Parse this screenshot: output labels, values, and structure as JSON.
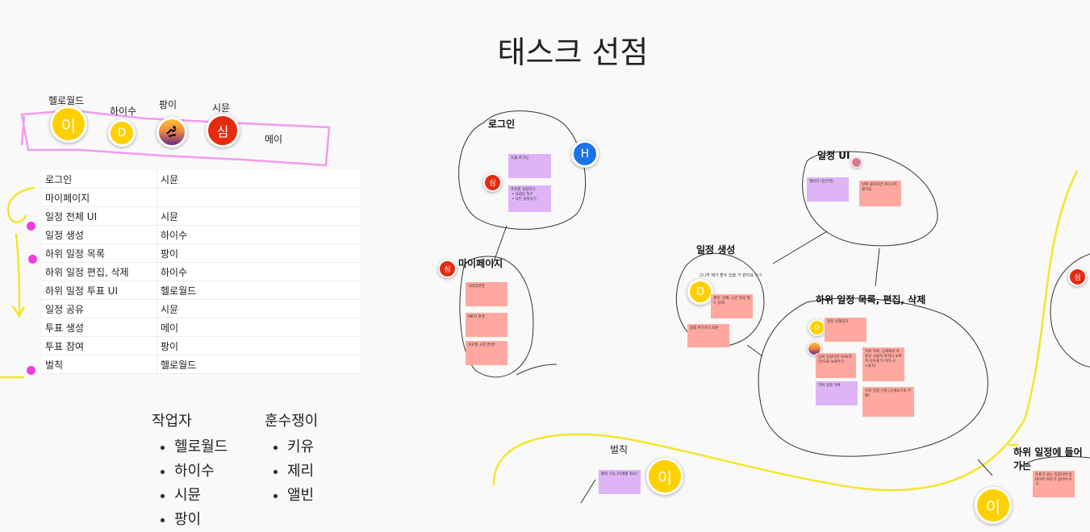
{
  "board": {
    "title": "태스크 선점"
  },
  "team": {
    "members": [
      {
        "name": "헬로월드",
        "initial": "이",
        "color": "#ffd000"
      },
      {
        "name": "하이수",
        "initial": "D",
        "color": "#ffd000"
      },
      {
        "name": "팡이",
        "initial": "",
        "icon": "skateboarder-avatar-icon"
      },
      {
        "name": "시뮨",
        "initial": "심",
        "color": "#e62a10"
      }
    ],
    "extra_member": "메이"
  },
  "assignments": [
    {
      "task": "로그인",
      "owner": "시뮨"
    },
    {
      "task": "마이페이지",
      "owner": ""
    },
    {
      "task": "일정 전체 UI",
      "owner": "시뮨"
    },
    {
      "task": "일정 생성",
      "owner": "하이수"
    },
    {
      "task": "하위 일정 목록",
      "owner": "팡이"
    },
    {
      "task": "하위 일정 편집, 삭제",
      "owner": "하이수"
    },
    {
      "task": "하위 일정 투표 UI",
      "owner": "헬로월드"
    },
    {
      "task": "일정 공유",
      "owner": "시뮨"
    },
    {
      "task": "투표 생성",
      "owner": "메이"
    },
    {
      "task": "투표 참여",
      "owner": "팡이"
    },
    {
      "task": "벌칙",
      "owner": "헬로월드"
    }
  ],
  "roles": {
    "workers": {
      "title": "작업자",
      "items": [
        "헬로월드",
        "하이수",
        "시뮨",
        "팡이"
      ]
    },
    "advisors": {
      "title": "훈수쟁이",
      "items": [
        "키유",
        "제리",
        "앨빈"
      ]
    }
  },
  "groups": {
    "login": {
      "title": "로그인",
      "avatar_h": "H",
      "avatar_sim": "심",
      "notes": [
        "소셜 로그인",
        "프로필 설정하기\n • 닉네임 적기\n • 사진 설정하기"
      ]
    },
    "mypage": {
      "title": "마이페이지",
      "avatar_sim": "심",
      "notes": [
        "닉네임변경",
        "MBTI 변경",
        "프로필 사진 변경?"
      ]
    },
    "schedule_ui": {
      "title": "일정 UI",
      "notes": [
        "캘린더 (일단위)",
        "날짜 클릭하면 하단시트 올라옴"
      ]
    },
    "create": {
      "title": "일정 생성",
      "caption": "그니까 제가 할수 있을 거 같아요 ㅋㅋ",
      "avatar_d": "D",
      "notes": [
        "제목, 날짜, 시간 등의 필드 입력",
        "일정 추가하기 버튼"
      ]
    },
    "sub": {
      "title": "하위 일정 목록, 편집, 삭제",
      "avatar_d": "D",
      "notes": [
        "일정 삭제하기",
        "상위 일정이면 하위(하단)으로 보여주기",
        "하위 목록, 상세에서 투표된 사용자 아이디 보여주기(투표가 이미 시 +숫자)",
        "하위 일정 목록",
        "하위 일정 선택 (상세보기로 전환)"
      ]
    },
    "penalty": {
      "title": "벌칙",
      "avatar_i": "이",
      "notes": [
        "벌칙 기능 (타엘졸 필요)"
      ]
    },
    "sub_enter": {
      "title": "하위 일정에 들어가는",
      "avatar_i": "이",
      "notes": [
        "투표가 있는 일정이면 업데이트 여유가 있어야 투기"
      ]
    },
    "right_edge": {
      "avatar_sim": "심"
    }
  }
}
